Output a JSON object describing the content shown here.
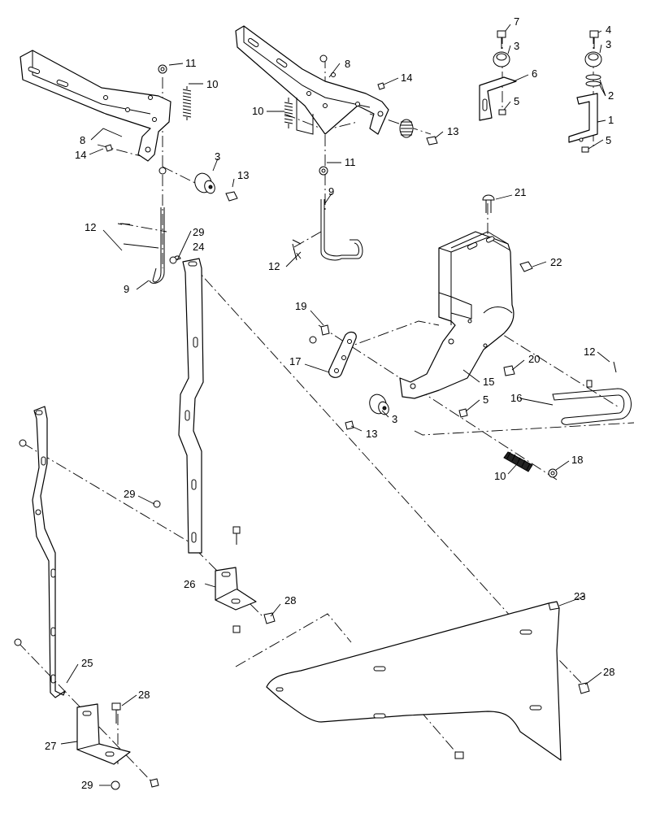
{
  "callouts": [
    {
      "id": "c11a",
      "text": "11"
    },
    {
      "id": "c10a",
      "text": "10"
    },
    {
      "id": "c8a",
      "text": "8"
    },
    {
      "id": "c14a",
      "text": "14"
    },
    {
      "id": "c3a",
      "text": "3"
    },
    {
      "id": "c13a",
      "text": "13"
    },
    {
      "id": "c12a",
      "text": "12"
    },
    {
      "id": "c29a",
      "text": "29"
    },
    {
      "id": "c24",
      "text": "24"
    },
    {
      "id": "c9a",
      "text": "9"
    },
    {
      "id": "c8b",
      "text": "8"
    },
    {
      "id": "c14b",
      "text": "14"
    },
    {
      "id": "c10b",
      "text": "10"
    },
    {
      "id": "c13b",
      "text": "13"
    },
    {
      "id": "c11b",
      "text": "11"
    },
    {
      "id": "c9b",
      "text": "9"
    },
    {
      "id": "c12b",
      "text": "12"
    },
    {
      "id": "c7",
      "text": "7"
    },
    {
      "id": "c3b",
      "text": "3"
    },
    {
      "id": "c6",
      "text": "6"
    },
    {
      "id": "c5a",
      "text": "5"
    },
    {
      "id": "c4",
      "text": "4"
    },
    {
      "id": "c3c",
      "text": "3"
    },
    {
      "id": "c2",
      "text": "2"
    },
    {
      "id": "c1",
      "text": "1"
    },
    {
      "id": "c5b",
      "text": "5"
    },
    {
      "id": "c21",
      "text": "21"
    },
    {
      "id": "c22",
      "text": "22"
    },
    {
      "id": "c19",
      "text": "19"
    },
    {
      "id": "c17",
      "text": "17"
    },
    {
      "id": "c20",
      "text": "20"
    },
    {
      "id": "c15",
      "text": "15"
    },
    {
      "id": "c12c",
      "text": "12"
    },
    {
      "id": "c16",
      "text": "16"
    },
    {
      "id": "c5c",
      "text": "5"
    },
    {
      "id": "c3d",
      "text": "3"
    },
    {
      "id": "c13c",
      "text": "13"
    },
    {
      "id": "c10c",
      "text": "10"
    },
    {
      "id": "c18",
      "text": "18"
    },
    {
      "id": "c29b",
      "text": "29"
    },
    {
      "id": "c26",
      "text": "26"
    },
    {
      "id": "c28a",
      "text": "28"
    },
    {
      "id": "c23",
      "text": "23"
    },
    {
      "id": "c25",
      "text": "25"
    },
    {
      "id": "c28b",
      "text": "28"
    },
    {
      "id": "c28c",
      "text": "28"
    },
    {
      "id": "c27",
      "text": "27"
    },
    {
      "id": "c29c",
      "text": "29"
    }
  ]
}
